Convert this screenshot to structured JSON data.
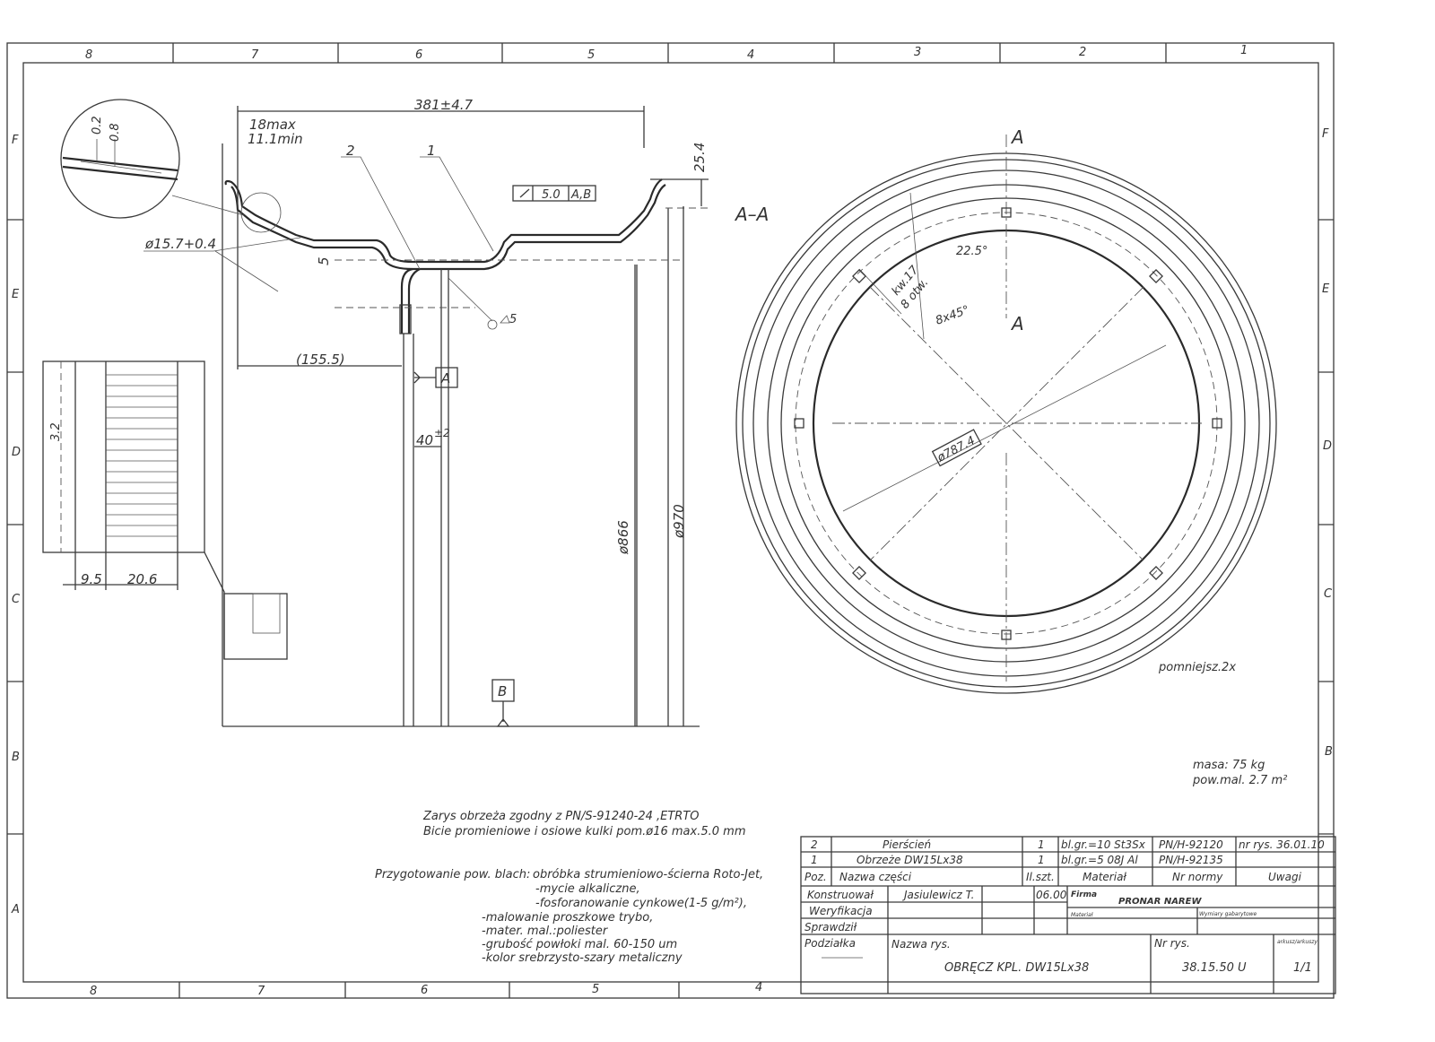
{
  "frame": {
    "top_zones": [
      "8",
      "7",
      "6",
      "5",
      "4",
      "3",
      "2",
      "1"
    ],
    "bottom_zones": [
      "8",
      "7",
      "6",
      "5",
      "4"
    ],
    "side_zones": [
      "F",
      "E",
      "D",
      "C",
      "B",
      "A"
    ]
  },
  "section_view": {
    "dim_width": "381±4.7",
    "dim_18max": "18max",
    "dim_11min": "11.1min",
    "dim_25_4": "25.4",
    "dim_hole": "ø15.7+0.4",
    "dim_5": "5",
    "dim_155_5": "(155.5)",
    "dim_40": "40",
    "dim_40_tol": "±2",
    "dim_866": "ø866",
    "dim_970": "ø970",
    "detail_02": "0.2",
    "detail_08": "0.8",
    "pos_1": "1",
    "pos_2": "2",
    "tolerance_value": "5.0",
    "tolerance_ref": "A,B",
    "weld": "5",
    "datum_a": "A",
    "datum_b": "B"
  },
  "detail_view": {
    "dim_3_2": "3.2",
    "dim_9_5": "9.5",
    "dim_20_6": "20.6"
  },
  "front_view": {
    "section_label": "A–A",
    "cut_a_top": "A",
    "cut_a_bottom": "A",
    "square_holes": "kw.17",
    "holes_count": "8 otw.",
    "angle_22_5": "22.5°",
    "angle_8x45": "8x45°",
    "dim_787": "ø787.4",
    "scale_note": "pomniejsz.2x"
  },
  "mass": {
    "mass": "masa:  75 kg",
    "area": "pow.mal.  2.7 m²"
  },
  "notes": [
    "Zarys obrzeża zgodny z PN/S-91240-24 ,ETRTO",
    "Bicie promieniowe i osiowe kulki pom.ø16 max.5.0 mm"
  ],
  "prep_label": "Przygotowanie pow. blach:",
  "prep_steps": [
    "obróbka strumieniowo-ścierna Roto-Jet,",
    "-mycie alkaliczne,",
    "-fosforanowanie cynkowe(1-5 g/m²),",
    "-malowanie proszkowe trybo,",
    "-mater. mal.:poliester",
    "-grubość powłoki mal. 60-150 um",
    "-kolor srebrzysto-szary metaliczny"
  ],
  "parts": [
    {
      "poz": "2",
      "name": "Pierścień",
      "qty": "1",
      "material": "bl.gr.=10 St3Sx",
      "norm": "PN/H-92120",
      "notes": "nr rys. 36.01.10"
    },
    {
      "poz": "1",
      "name": "Obrzeże DW15Lx38",
      "qty": "1",
      "material": "bl.gr.=5 08J Al",
      "norm": "PN/H-92135",
      "notes": ""
    }
  ],
  "parts_header": {
    "poz": "Poz.",
    "name": "Nazwa części",
    "qty": "Il.szt.",
    "material": "Materiał",
    "norm": "Nr normy",
    "notes": "Uwagi"
  },
  "title_block": {
    "designed_label": "Konstruował",
    "designed_by": "Jasiulewicz T.",
    "date": "06.00",
    "verified_label": "Weryfikacja",
    "checked_label": "Sprawdził",
    "company_label": "Firma",
    "company": "PRONAR NAREW",
    "material_label": "Materiał",
    "dimensions_label": "Wymiary gabarytowe",
    "scale_label": "Podziałka",
    "drawing_name_label": "Nazwa rys.",
    "drawing_name": "OBRĘCZ KPL. DW15Lx38",
    "drawing_no_label": "Nr rys.",
    "drawing_no": "38.15.50 U",
    "sheet_label": "arkusz/arkuszy",
    "sheet": "1/1"
  }
}
